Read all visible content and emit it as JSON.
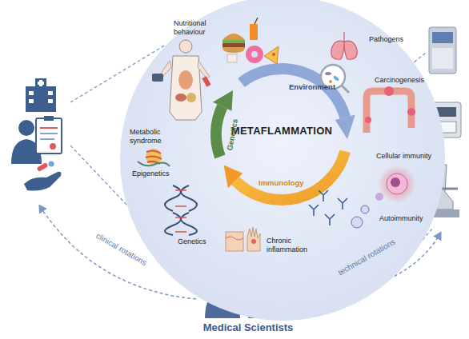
{
  "diagram": {
    "nodes": [
      {
        "text": [
          "METAFLAMMATION"
        ]
      }
    ],
    "labels": [
      "Nutritional behaviour",
      "Pathogens",
      "Environment",
      "Carcinogenesis",
      "Metabolic syndrome",
      "Genetics",
      "Cellular immunity",
      "Immunology",
      "Epigenetics",
      "Autoimmunity",
      "Genetics",
      "Chronic inflammation",
      "clinical rotations",
      "Medical Scientists",
      "technical rotations"
    ]
  }
}
